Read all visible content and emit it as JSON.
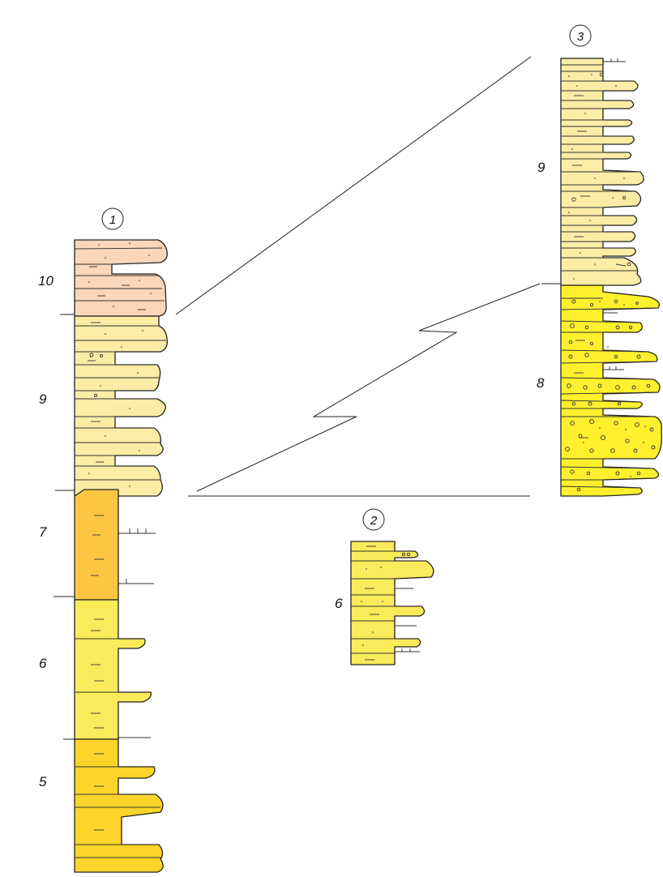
{
  "columns": [
    {
      "id": "1",
      "label": "1",
      "units": [
        "10",
        "9",
        "7",
        "6",
        "5"
      ]
    },
    {
      "id": "2",
      "label": "2",
      "units": [
        "6"
      ]
    },
    {
      "id": "3",
      "label": "3",
      "units": [
        "9",
        "8"
      ]
    }
  ],
  "colors": {
    "unit10": "#fbd6b8",
    "unit9": "#fbeca6",
    "unit7": "#fdc640",
    "unit6": "#fbea5a",
    "unit5": "#fdd42a",
    "unit8": "#fff02e",
    "outline": "#222222"
  }
}
